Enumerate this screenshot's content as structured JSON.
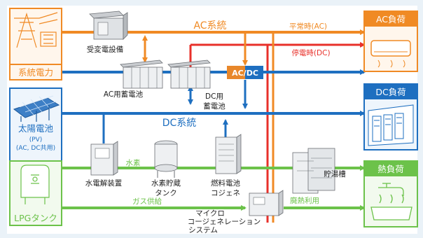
{
  "colors": {
    "orange": "#f08a24",
    "red": "#e8302a",
    "blue": "#1e6fc0",
    "green": "#6cc24a",
    "ac_dc_box": "#e8872a"
  },
  "sources": {
    "grid": "系統電力",
    "solar": "太陽電池",
    "solar_sub1": "(PV)",
    "solar_sub2": "(AC, DC共用)",
    "lpg": "LPGタンク"
  },
  "loads": {
    "ac": "AC負荷",
    "dc": "DC負荷",
    "heat": "熱負荷"
  },
  "lines": {
    "ac_system": "AC系統",
    "dc_system": "DC系統",
    "normal_ac": "平常時(AC)",
    "outage_dc": "停電時(DC)",
    "hydrogen": "水素",
    "gas_supply": "ガス供給",
    "waste_heat": "廃熱利用"
  },
  "equipment": {
    "substation": "受変電設備",
    "ac_battery": "AC用蓄電池",
    "dc_battery_1": "DC用",
    "dc_battery_2": "蓄電池",
    "ac_dc": "AC/DC",
    "electrolyzer": "水電解装置",
    "h2_tank_1": "水素貯蔵",
    "h2_tank_2": "タンク",
    "fuel_cell_1": "燃料電池",
    "fuel_cell_2": "コジェネ",
    "hot_water_tank": "貯湯槽",
    "micro_cogen_1": "マイクロ",
    "micro_cogen_2": "コージェネレーション",
    "micro_cogen_3": "システム"
  }
}
